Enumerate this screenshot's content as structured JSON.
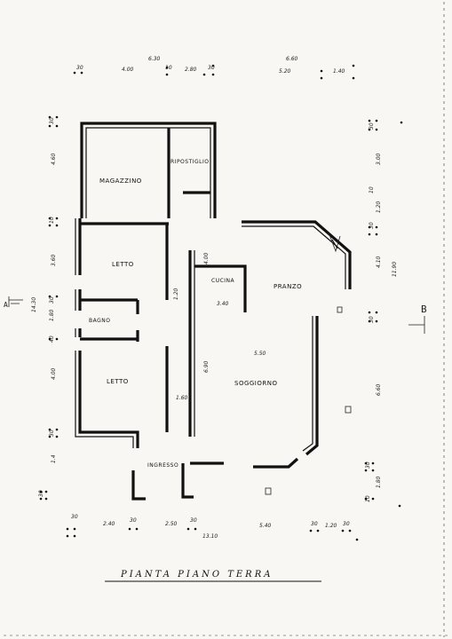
{
  "title": "PIANTA PIANO TERRA",
  "rooms": {
    "magazzino": "MAGAZZINO",
    "ripostiglio": "RIPOSTIGLIO",
    "letto_top": "LETTO",
    "bagno": "BAGNO",
    "letto_bottom": "LETTO",
    "cucina": "CUCINA",
    "pranzo": "PRANZO",
    "soggiorno": "SOGGIORNO",
    "ingresso": "INGRESSO"
  },
  "top_dims": {
    "d630": "6.30",
    "d660": "6.60",
    "d30a": "30",
    "d400": "4.00",
    "d10": "10",
    "d280": "2.80",
    "d30b": "30",
    "d520": "5.20",
    "d140": "1.40"
  },
  "left_dims": {
    "d30": "30",
    "d460": "4.60",
    "d10": "10",
    "d360": "3.60",
    "d30b": "30",
    "d180": "1.80",
    "d40": "40",
    "d400": "4.00",
    "d30c": "30",
    "d14": "1.4",
    "d30d": "30",
    "total": "14.30"
  },
  "right_dims": {
    "d30": "30",
    "d300": "3.00",
    "d10": "10",
    "d120": "1.20",
    "d30b": "30",
    "d410": "4.10",
    "total": "11.90",
    "d30c": "30",
    "d660": "6.60",
    "d30d": "30",
    "d180": "1.80",
    "d10b": "10"
  },
  "bottom_dims": {
    "d30a": "30",
    "d240": "2.40",
    "d30b": "30",
    "d250": "2.50",
    "d30c": "30",
    "d540": "5.40",
    "d30d": "30",
    "d120": "1.20",
    "d30e": "30",
    "total": "13.10"
  },
  "inner_dims": {
    "cucina_w": "4.00",
    "cucina_h": "3.40",
    "corr_w": "1.20",
    "corr_h": "6.90",
    "corr2": "1.60",
    "sogg": "5.50"
  },
  "section_marks": {
    "a": "A",
    "b": "B"
  }
}
